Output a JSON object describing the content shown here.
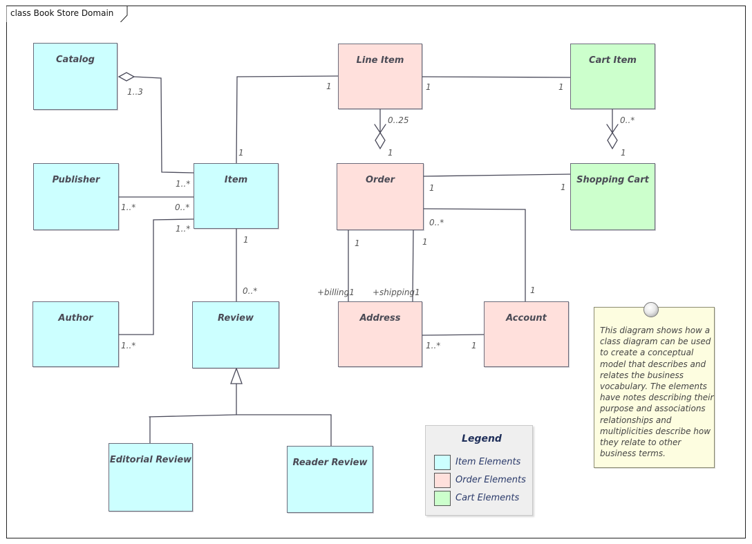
{
  "diagram": {
    "title": "class Book Store Domain",
    "classes": {
      "catalog": "Catalog",
      "publisher": "Publisher",
      "author": "Author",
      "item": "Item",
      "review": "Review",
      "editorial_review": "Editorial Review",
      "reader_review": "Reader Review",
      "line_item": "Line Item",
      "order": "Order",
      "address": "Address",
      "account": "Account",
      "cart_item": "Cart Item",
      "shopping_cart": "Shopping Cart"
    },
    "multiplicities": {
      "catalog_item_catalog_end": "1..3",
      "catalog_item_item_end": "1..*",
      "publisher_item_publisher_end": "1..*",
      "publisher_item_item_end": "0..*",
      "author_item_item_end": "1..*",
      "author_item_author_end": "1..*",
      "item_lineitem_item_end": "1",
      "item_lineitem_lineitem_end": "1",
      "item_review_item_end": "1",
      "item_review_review_end": "0..*",
      "lineitem_cartitem_lineitem_end": "1",
      "lineitem_cartitem_cartitem_end": "1",
      "lineitem_order_lineitem_end": "0..25",
      "lineitem_order_order_end": "1",
      "cartitem_cart_cartitem_end": "0..*",
      "cartitem_cart_cart_end": "1",
      "order_cart_order_end": "1",
      "order_cart_cart_end": "1",
      "order_address_billing_order_end": "1",
      "order_address_shipping_order_end": "1",
      "billing_role": "+billing",
      "billing_mult": "1",
      "shipping_role": "+shipping",
      "shipping_mult": "1",
      "order_account_order_end": "0..*",
      "order_account_account_end": "1",
      "address_account_address_end": "1..*",
      "address_account_account_end": "1"
    },
    "note": "This diagram shows how a class diagram can be used to create a conceptual model that describes and relates the business vocabulary. The elements have notes describing their purpose and associations relationships and multiplicities describe how they relate to other business terms.",
    "legend": {
      "title": "Legend",
      "items": [
        {
          "label": "Item Elements",
          "color": "#ccffff"
        },
        {
          "label": "Order Elements",
          "color": "#ffe0dc"
        },
        {
          "label": "Cart Elements",
          "color": "#ccffcc"
        }
      ]
    },
    "colors": {
      "item_elements": "#ccffff",
      "order_elements": "#ffe0dc",
      "cart_elements": "#ccffcc",
      "note_background": "#fdfde0",
      "line_color": "#4a4a5a"
    }
  }
}
